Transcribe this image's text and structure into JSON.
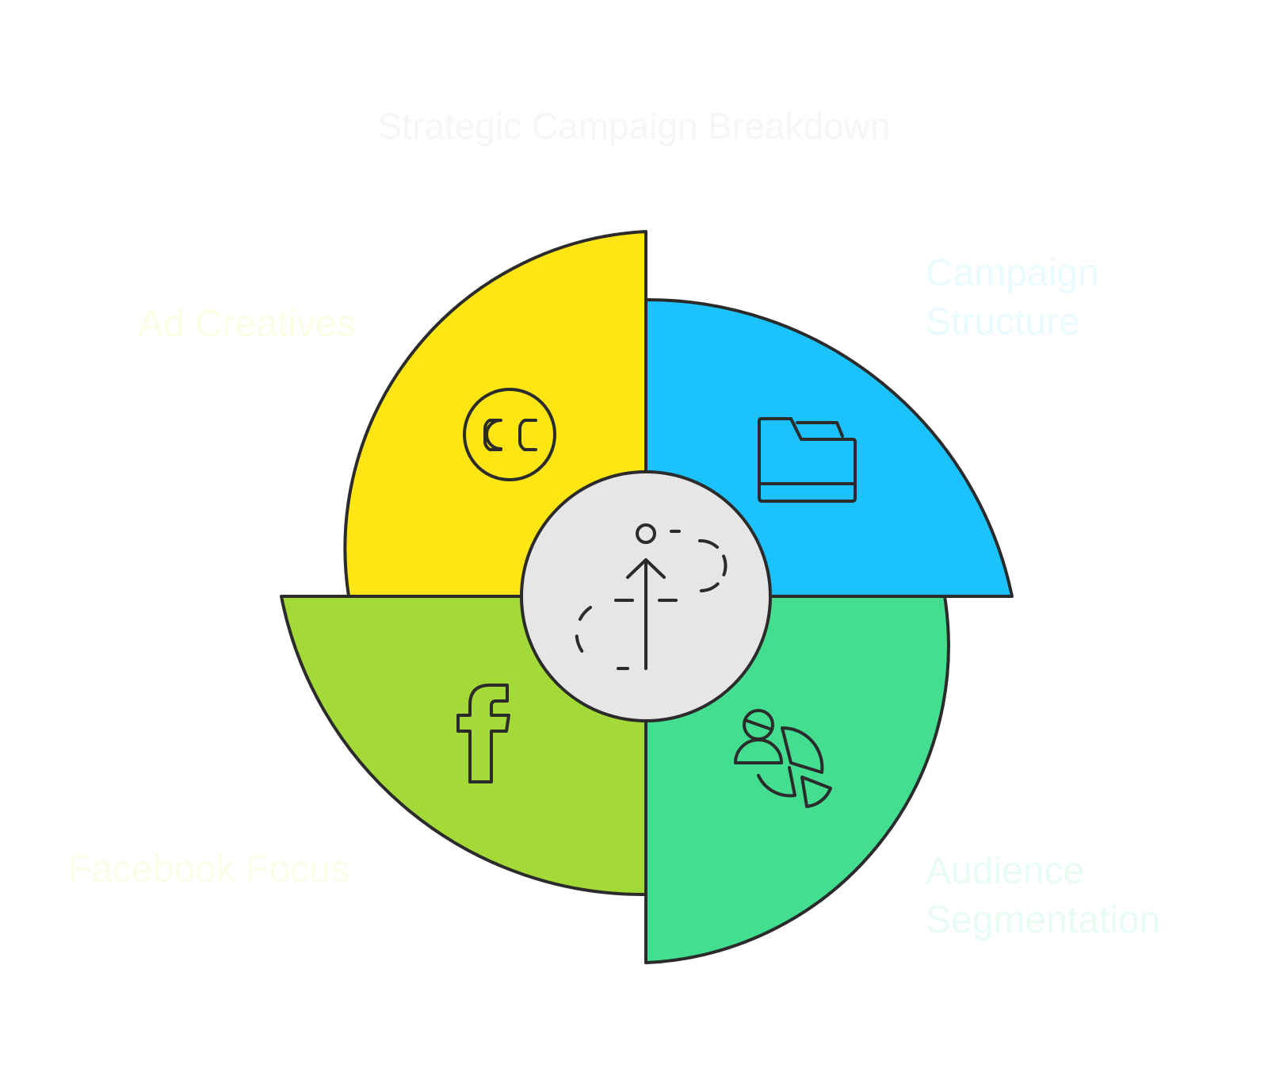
{
  "title": "Strategic Campaign Breakdown",
  "segments": [
    {
      "label": "Ad Creatives",
      "color": "#fde613",
      "icon": "creative-commons-icon"
    },
    {
      "label": "Campaign Structure",
      "label_lines": [
        "Campaign",
        "Structure"
      ],
      "color": "#1cc2fb",
      "icon": "folder-icon"
    },
    {
      "label": "Facebook Focus",
      "color": "#a4da37",
      "icon": "facebook-icon"
    },
    {
      "label": "Audience Segmentation",
      "label_lines": [
        "Audience",
        "Segmentation"
      ],
      "color": "#44de91",
      "icon": "audience-pie-icon"
    }
  ],
  "center": {
    "color": "#e6e6e6",
    "icon": "growth-arrow-icon"
  },
  "stroke_color": "#2b2b2b"
}
